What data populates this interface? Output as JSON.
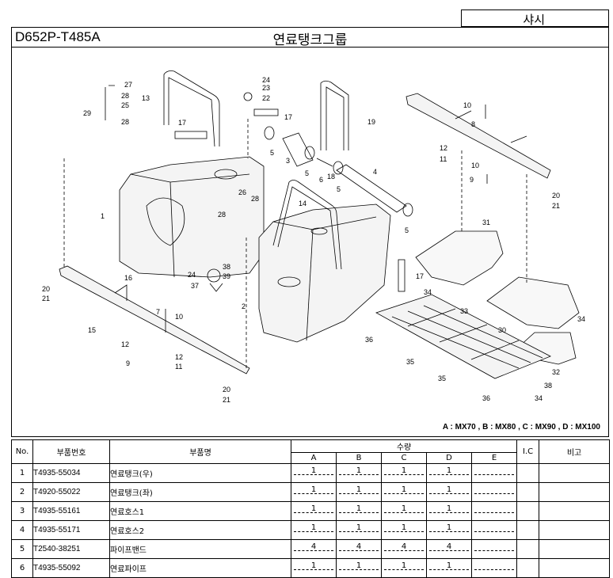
{
  "header": {
    "category": "샤시",
    "model_code": "D652P-T485A",
    "title": "연료탱크그룹"
  },
  "diagram": {
    "callouts": [
      "1",
      "2",
      "3",
      "4",
      "5",
      "5",
      "5",
      "5",
      "6",
      "7",
      "8",
      "9",
      "9",
      "10",
      "10",
      "11",
      "11",
      "12",
      "12",
      "13",
      "14",
      "15",
      "16",
      "17",
      "17",
      "17",
      "18",
      "19",
      "20",
      "20",
      "20",
      "21",
      "21",
      "21",
      "22",
      "23",
      "24",
      "24",
      "25",
      "26",
      "27",
      "28",
      "28",
      "28",
      "29",
      "30",
      "31",
      "32",
      "33",
      "34",
      "34",
      "34",
      "35",
      "35",
      "36",
      "36",
      "37",
      "38",
      "38",
      "39"
    ],
    "legend": "A : MX70 , B : MX80 , C : MX90 , D : MX100"
  },
  "table": {
    "headers": {
      "no": "No.",
      "part_number": "부품번호",
      "part_name": "부품명",
      "qty": "수량",
      "qty_cols": [
        "A",
        "B",
        "C",
        "D",
        "E"
      ],
      "ic": "I.C",
      "remarks": "비고"
    },
    "rows": [
      {
        "no": "1",
        "part_number": "T4935-55034",
        "name": "연료탱크(우)",
        "qty": [
          "1",
          "1",
          "1",
          "1",
          ""
        ],
        "ic": "",
        "remarks": ""
      },
      {
        "no": "2",
        "part_number": "T4920-55022",
        "name": "연료탱크(좌)",
        "qty": [
          "1",
          "1",
          "1",
          "1",
          ""
        ],
        "ic": "",
        "remarks": ""
      },
      {
        "no": "3",
        "part_number": "T4935-55161",
        "name": "연료호스1",
        "qty": [
          "1",
          "1",
          "1",
          "1",
          ""
        ],
        "ic": "",
        "remarks": ""
      },
      {
        "no": "4",
        "part_number": "T4935-55171",
        "name": "연료호스2",
        "qty": [
          "1",
          "1",
          "1",
          "1",
          ""
        ],
        "ic": "",
        "remarks": ""
      },
      {
        "no": "5",
        "part_number": "T2540-38251",
        "name": "파이프밴드",
        "qty": [
          "4",
          "4",
          "4",
          "4",
          ""
        ],
        "ic": "",
        "remarks": ""
      },
      {
        "no": "6",
        "part_number": "T4935-55092",
        "name": "연료파이프",
        "qty": [
          "1",
          "1",
          "1",
          "1",
          ""
        ],
        "ic": "",
        "remarks": ""
      }
    ]
  }
}
